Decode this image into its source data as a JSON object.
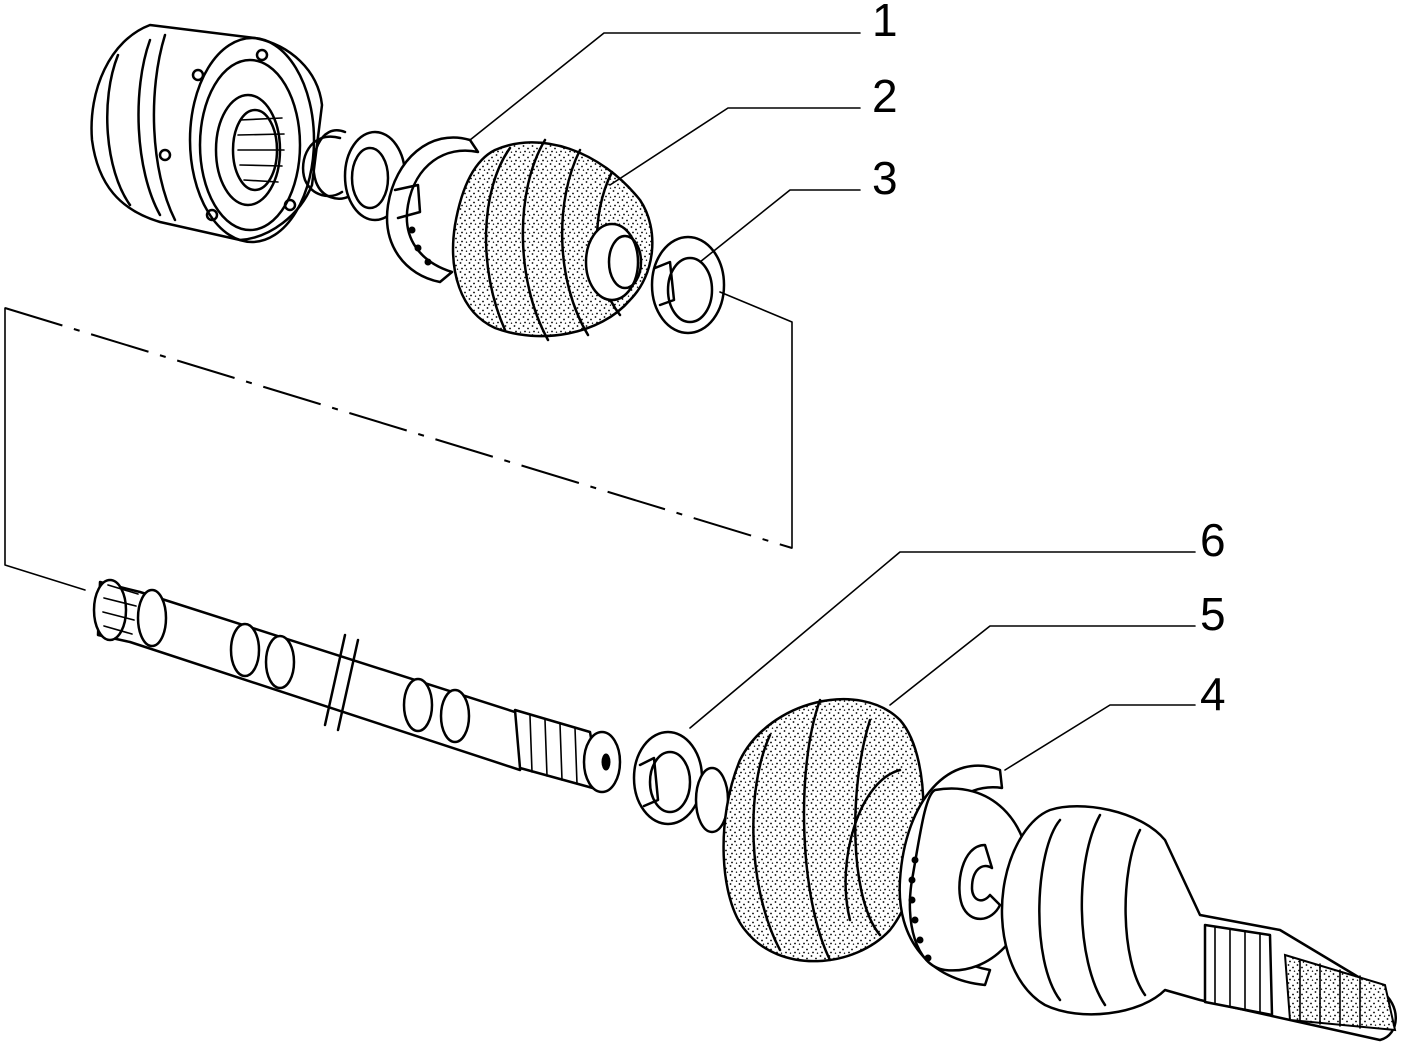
{
  "callouts": [
    {
      "number": "1",
      "part": "clamp-ring"
    },
    {
      "number": "2",
      "part": "boot"
    },
    {
      "number": "3",
      "part": "small-clamp"
    },
    {
      "number": "4",
      "part": "clamp-ring"
    },
    {
      "number": "5",
      "part": "boot"
    },
    {
      "number": "6",
      "part": "small-clamp"
    }
  ],
  "colors": {
    "ink": "#000000",
    "paper": "#ffffff"
  }
}
